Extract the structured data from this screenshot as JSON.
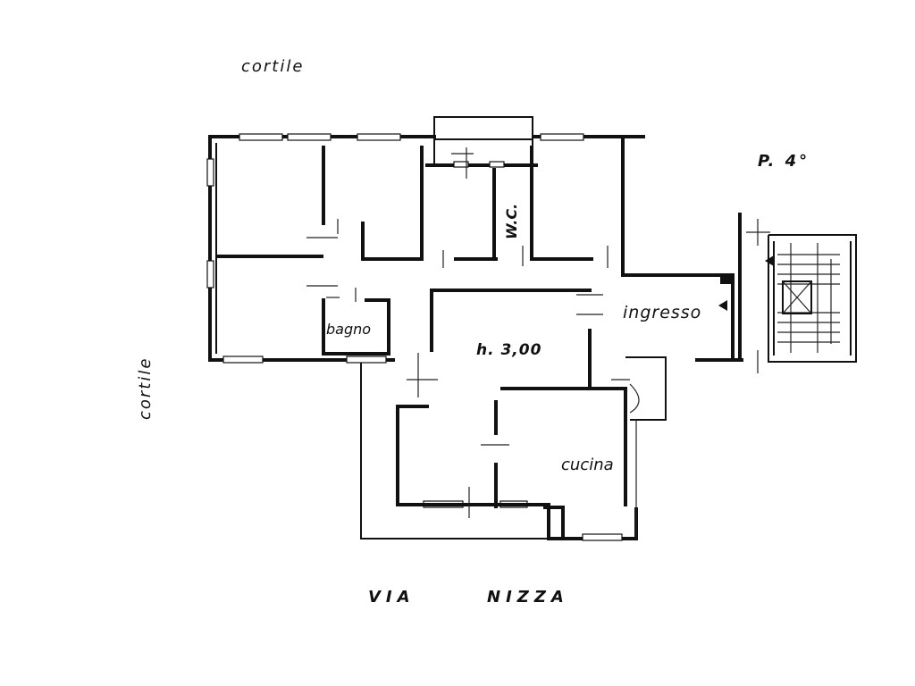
{
  "labels": {
    "courtyard_top": "cortile",
    "courtyard_left": "cortile",
    "floor": "P. 4°",
    "wc": "W.C.",
    "bathroom": "bagno",
    "entrance": "ingresso",
    "height": "h. 3,00",
    "kitchen": "cucina",
    "street_via": "VIA",
    "street_name": "NIZZA"
  }
}
